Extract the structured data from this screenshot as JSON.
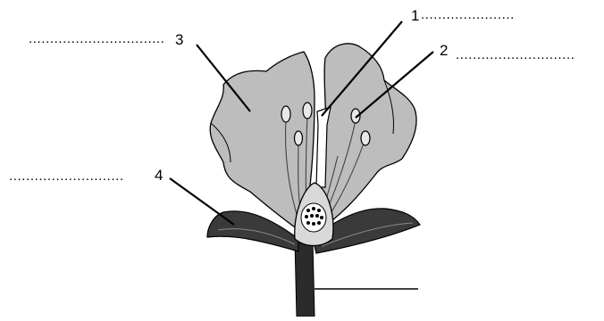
{
  "labels": {
    "l1": {
      "number": "1",
      "blank": "......................"
    },
    "l2": {
      "number": "2",
      "blank": "............................"
    },
    "l3": {
      "number": "3",
      "blank": "................................"
    },
    "l4": {
      "number": "4",
      "blank": "..........................."
    }
  },
  "colors": {
    "petal": "#bdbdbd",
    "sepal": "#3a3a3a",
    "stem": "#2b2b2b",
    "line": "#000000"
  }
}
